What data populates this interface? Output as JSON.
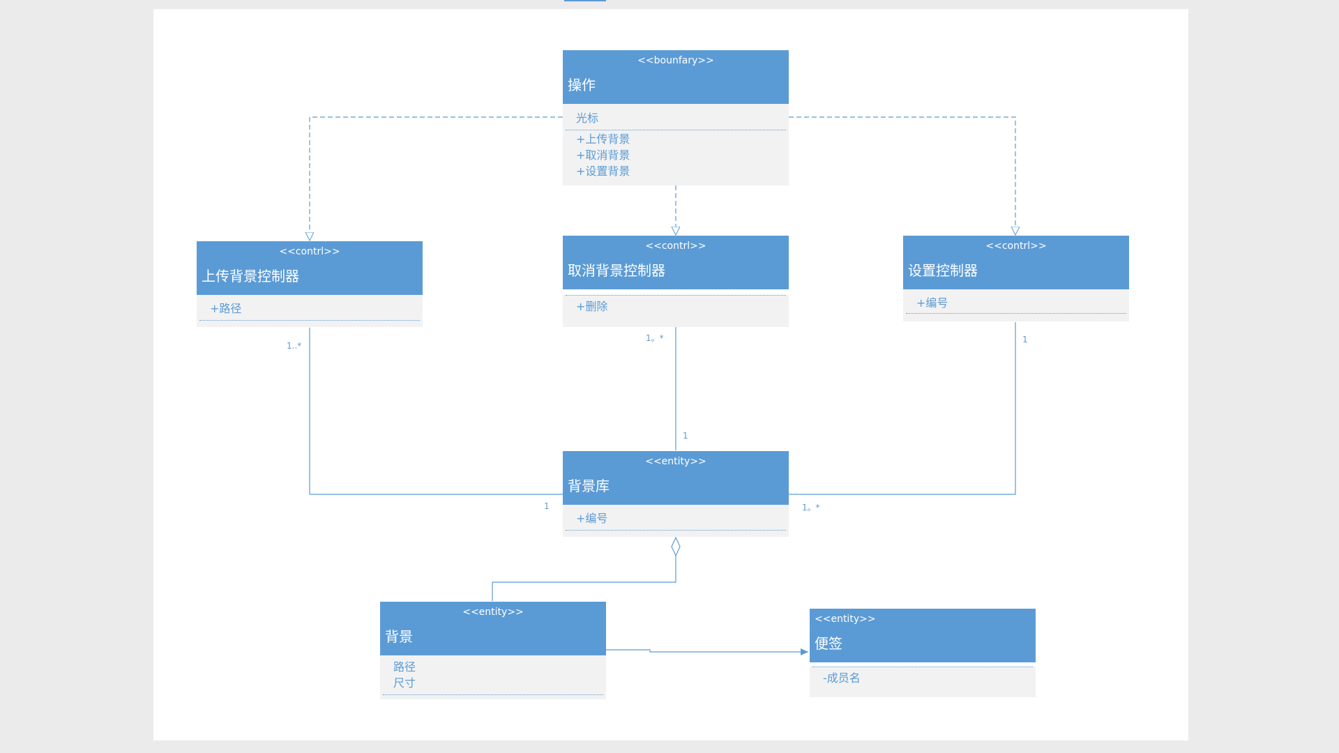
{
  "classes": {
    "caozuo": {
      "stereotype": "<<bounfary>>",
      "name": "操作",
      "attributes": [
        "光标"
      ],
      "operations": [
        "+上传背景",
        "+取消背景",
        "+设置背景"
      ]
    },
    "upload": {
      "stereotype": "<<contrl>>",
      "name": "上传背景控制器",
      "attributes": [
        "+路径"
      ]
    },
    "cancel": {
      "stereotype": "<<contrl>>",
      "name": "取消背景控制器",
      "attributes": [
        "+删除"
      ]
    },
    "setting": {
      "stereotype": "<<contrl>>",
      "name": "设置控制器",
      "attributes": [
        "+编号"
      ]
    },
    "library": {
      "stereotype": "<<entity>>",
      "name": "背景库",
      "attributes": [
        "+编号"
      ]
    },
    "background": {
      "stereotype": "<<entity>>",
      "name": "背景",
      "attributes": [
        "路径",
        "尺寸"
      ]
    },
    "note": {
      "stereotype": "<<entity>>",
      "name": "便签",
      "attributes": [
        "-成员名"
      ]
    }
  },
  "multiplicities": {
    "upload_side": "1..*",
    "cancel_side": "1。*",
    "setting_side": "1",
    "library_cancel_side": "1",
    "library_upload_side": "1",
    "library_setting_side": "1。*"
  },
  "colors": {
    "accent": "#5b9bd5",
    "body_fill": "#f2f2f2",
    "canvas": "#ffffff",
    "frame": "#ebebeb"
  }
}
